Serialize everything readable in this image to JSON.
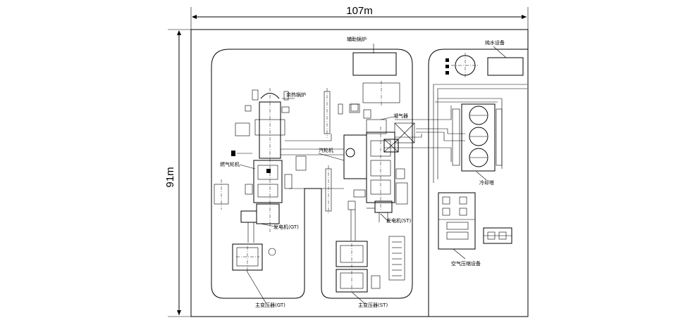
{
  "dimensions": {
    "width_label": "107m",
    "height_label": "91m"
  },
  "labels": {
    "aux_boiler": "辅助锅炉",
    "pure_water": "纯水设备",
    "hrsg": "余热锅炉",
    "condenser": "凝气器",
    "steam_turbine": "汽轮机",
    "gas_turbine": "燃气轮机",
    "cooling_tower": "冷却塔",
    "generator_gt": "发电机(GT)",
    "generator_st": "发电机(ST)",
    "air_compressor": "空气压缩设备",
    "transformer_gt": "主变压器(GT)",
    "transformer_st": "主变压器(ST)"
  }
}
